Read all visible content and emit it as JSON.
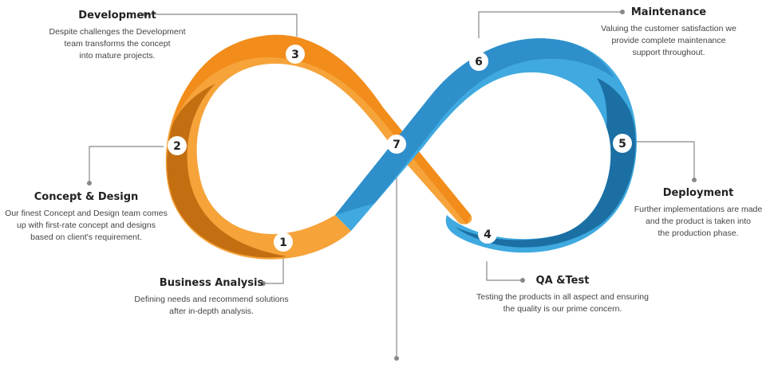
{
  "steps": {
    "development": {
      "title": "Development",
      "desc": "Despite challenges the Development\nteam transforms the concept\ninto mature projects."
    },
    "maintenance": {
      "title": "Maintenance",
      "desc": "Valuing the customer satisfaction we\nprovide complete maintenance\nsupport throughout."
    },
    "concept_design": {
      "title": "Concept & Design",
      "desc": "Our finest Concept and Design team comes\nup with first-rate concept and designs\nbased on client's requirement."
    },
    "deployment": {
      "title": "Deployment",
      "desc": "Further implementations are made\nand the product is taken into\nthe production phase."
    },
    "business_analysis": {
      "title": "Business Analysis",
      "desc": "Defining needs and recommend solutions\nafter in-depth analysis."
    },
    "qa_test": {
      "title": "QA &Test",
      "desc": "Testing the products in all aspect and ensuring\nthe quality is our prime concern."
    }
  },
  "badges": [
    "1",
    "2",
    "3",
    "4",
    "5",
    "6",
    "7"
  ],
  "colors": {
    "orange_light": "#F6A33A",
    "orange": "#F28C1B",
    "orange_dark": "#C46E12",
    "blue_light": "#3FA9E0",
    "blue": "#2E8FCB",
    "blue_dark": "#1B6FA3",
    "connector": "#888888"
  }
}
